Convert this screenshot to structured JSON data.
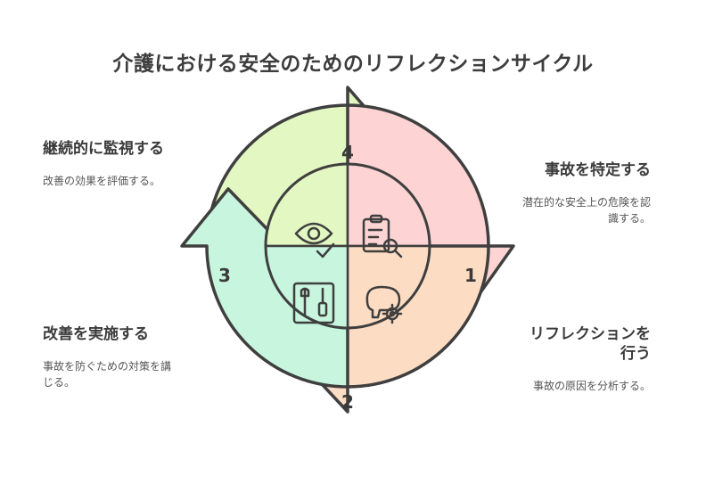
{
  "title": "介護における安全のためのリフレクションサイクル",
  "colors": {
    "step1": "#fdd3d3",
    "step2": "#fddcc4",
    "step3": "#c7f5dd",
    "step4": "#e2f7c1",
    "stroke": "#3f3f3f"
  },
  "steps": [
    {
      "number": "1",
      "heading": "事故を特定する",
      "description": "潜在的な安全上の危険を認識する。",
      "icon": "clipboard-search-icon"
    },
    {
      "number": "2",
      "heading": "リフレクションを行う",
      "description": "事故の原因を分析する。",
      "icon": "brain-gear-icon"
    },
    {
      "number": "3",
      "heading": "改善を実施する",
      "description": "事故を防ぐための対策を講じる。",
      "icon": "toolbox-icon"
    },
    {
      "number": "4",
      "heading": "継続的に監視する",
      "description": "改善の効果を評価する。",
      "icon": "eye-check-icon"
    }
  ]
}
